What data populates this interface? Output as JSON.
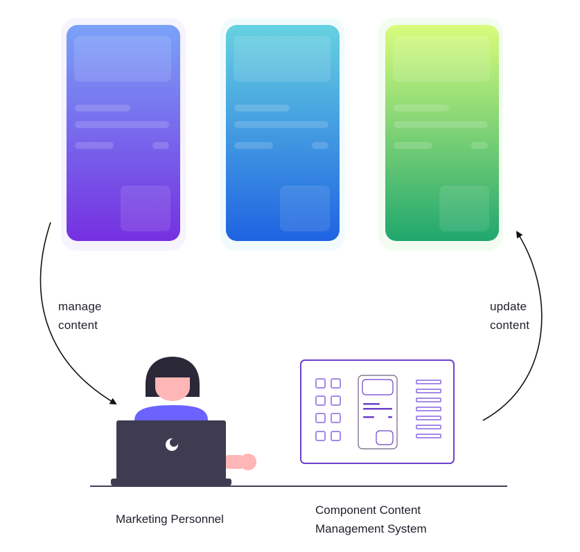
{
  "arrows": {
    "left_label_line1": "manage",
    "left_label_line2": "content",
    "right_label_line1": "update",
    "right_label_line2": "content"
  },
  "captions": {
    "marketing": "Marketing Personnel",
    "ccms_line1": "Component Content",
    "ccms_line2": "Management System"
  },
  "phones": [
    {
      "name": "purple",
      "gradient_top": "#7aa2f8",
      "gradient_bottom": "#7530e0",
      "halo": "#f6f3fe"
    },
    {
      "name": "blue",
      "gradient_top": "#66d2e0",
      "gradient_bottom": "#1f63e2",
      "halo": "#f1fbfd"
    },
    {
      "name": "green",
      "gradient_top": "#d9fc7c",
      "gradient_bottom": "#20a76e",
      "halo": "#f3fcf0"
    }
  ],
  "colors": {
    "ccms_border": "#6b3fc9",
    "ccms_icon": "#a489e8",
    "laptop": "#3f3b50",
    "hair": "#2b2838",
    "skin": "#ffb6b6",
    "shirt": "#6c63ff",
    "desk_line": "#3f3d56"
  }
}
